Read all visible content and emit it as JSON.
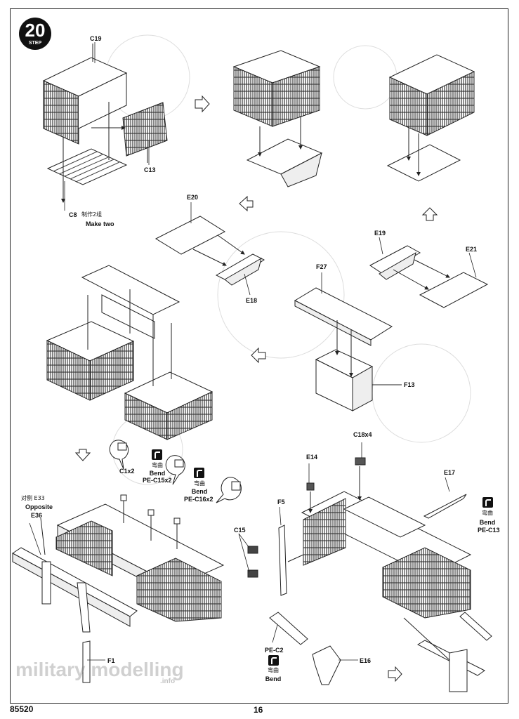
{
  "step": {
    "number": "20",
    "word": "STEP"
  },
  "labels": {
    "c19": "C19",
    "c13": "C13",
    "c8": "C8",
    "make_two_cn": "制作2组",
    "make_two_en": "Make two",
    "e20": "E20",
    "e18": "E18",
    "e19": "E19",
    "e21": "E21",
    "f27": "F27",
    "f13": "F13",
    "c1x2": "C1x2",
    "bend_cn": "弯曲",
    "bend_en": "Bend",
    "pe_c15x2": "PE-C15x2",
    "pe_c16x2": "PE-C16x2",
    "opposite_cn": "对侧 E33",
    "opposite_en": "Opposite",
    "e36": "E36",
    "f1": "F1",
    "c18x4": "C18x4",
    "e14": "E14",
    "f5": "F5",
    "c15": "C15",
    "e17": "E17",
    "pe_c13": "PE-C13",
    "pe_c2": "PE-C2",
    "e16": "E16"
  },
  "footer": {
    "code": "85520",
    "page": "16"
  },
  "watermark": {
    "main": "military modelling",
    "sub": ".info"
  }
}
